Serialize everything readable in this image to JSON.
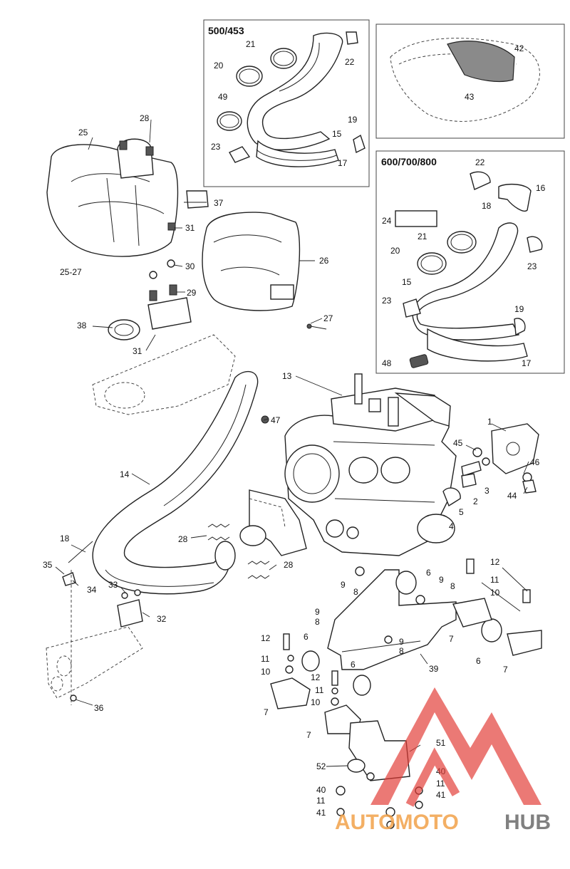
{
  "panels": {
    "p500": {
      "title": "500/453"
    },
    "p600": {
      "title": "600/700/800"
    }
  },
  "callouts": {
    "c1": "1",
    "c2": "2",
    "c3": "3",
    "c4": "4",
    "c5": "5",
    "c6": "6",
    "c7": "7",
    "c8": "8",
    "c9": "9",
    "c10": "10",
    "c11": "11",
    "c12": "12",
    "c13": "13",
    "c14": "14",
    "c15": "15",
    "c16": "16",
    "c17": "17",
    "c18": "18",
    "c19": "19",
    "c20": "20",
    "c21": "21",
    "c22": "22",
    "c23": "23",
    "c24": "24",
    "c25": "25",
    "c25_27": "25-27",
    "c26": "26",
    "c27": "27",
    "c28": "28",
    "c29": "29",
    "c30": "30",
    "c31": "31",
    "c32": "32",
    "c33": "33",
    "c34": "34",
    "c35": "35",
    "c36": "36",
    "c37": "37",
    "c38": "38",
    "c39": "39",
    "c40": "40",
    "c41": "41",
    "c42": "42",
    "c43": "43",
    "c44": "44",
    "c45": "45",
    "c46": "46",
    "c47": "47",
    "c48": "48",
    "c49": "49",
    "c51": "51",
    "c52": "52"
  },
  "watermark": {
    "brand_part1": "AUTOMOTO",
    "brand_part2": "HUB",
    "color_red": "#e23b35",
    "color_orange": "#f2a24a",
    "color_grey": "#6b6b6b"
  }
}
